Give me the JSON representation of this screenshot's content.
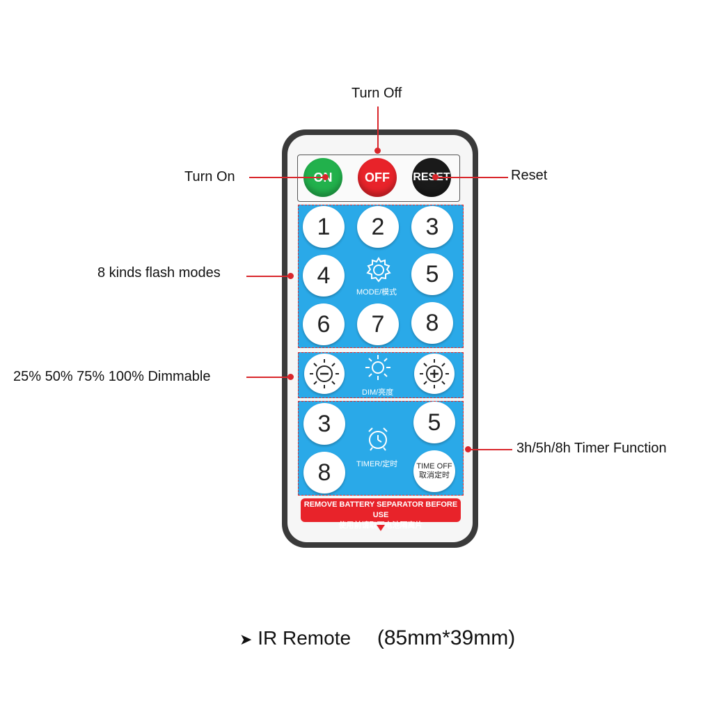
{
  "callouts": {
    "turn_off": "Turn Off",
    "turn_on": "Turn On",
    "reset": "Reset",
    "flash_modes": "8 kinds flash modes",
    "dimmable": "25% 50% 75% 100% Dimmable",
    "timer": "3h/5h/8h Timer Function"
  },
  "buttons": {
    "on": "ON",
    "off": "OFF",
    "reset": "RESET"
  },
  "mode_panel": {
    "numbers": [
      "1",
      "2",
      "3",
      "4",
      "5",
      "6",
      "7",
      "8"
    ],
    "label": "MODE/模式"
  },
  "dim_panel": {
    "minus": "−",
    "plus": "+",
    "label": "DIM/亮度"
  },
  "timer_panel": {
    "t3": "3",
    "t5": "5",
    "t8": "8",
    "label": "TIMER/定时",
    "time_off_en": "TIME OFF",
    "time_off_cn": "取消定时"
  },
  "banner": {
    "line1": "REMOVE BATTERY SEPARATOR BEFORE USE",
    "line2": "使用前请取下电池隔离片"
  },
  "caption": {
    "arrow": "➤",
    "title": "IR Remote",
    "size": "(85mm*39mm)"
  },
  "colors": {
    "accent_red": "#d9262b",
    "panel_blue": "#2aa9e8",
    "on_green": "#22b14c",
    "off_red": "#e8232a",
    "reset_black": "#1a1a1a"
  }
}
